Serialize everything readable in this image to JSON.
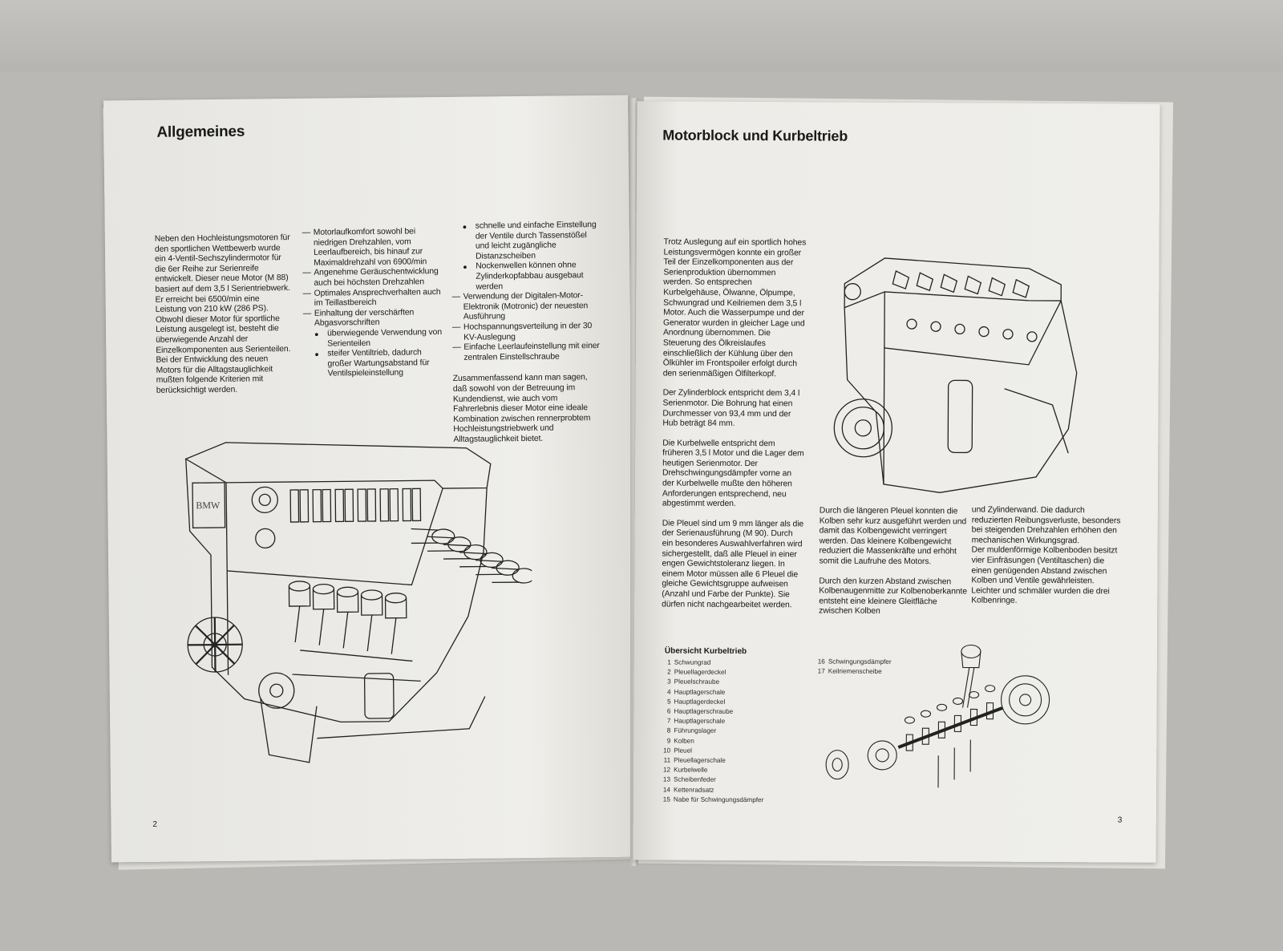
{
  "left_page": {
    "title": "Allgemeines",
    "page_number": "2",
    "col1": "Neben den Hochleistungsmotoren für den sportlichen Wettbewerb wurde ein 4-Ventil-Sechszylindermotor für die 6er Reihe zur Serienreife entwickelt. Dieser neue Motor (M 88) basiert auf dem 3,5 l Serientriebwerk. Er erreicht bei 6500/min eine Leistung von 210 kW (286 PS). Obwohl dieser Motor für sportliche Leistung ausgelegt ist, besteht die überwiegende Anzahl der Einzelkomponenten aus Serienteilen. Bei der Entwicklung des neuen Motors für die Alltagstauglichkeit mußten folgende Kriterien mit berücksichtigt werden.",
    "col2": [
      {
        "type": "dash",
        "text": "Motorlaufkomfort sowohl bei niedrigen Drehzahlen, vom Leerlaufbereich, bis hinauf zur Maximaldrehzahl von 6900/min"
      },
      {
        "type": "dash",
        "text": "Angenehme Geräuschentwicklung auch bei höchsten Drehzahlen"
      },
      {
        "type": "dash",
        "text": "Optimales Ansprechverhalten auch im Teillastbereich"
      },
      {
        "type": "dash",
        "text": "Einhaltung der verschärften Abgasvorschriften"
      },
      {
        "type": "bullet",
        "text": "überwiegende Verwendung von Serienteilen"
      },
      {
        "type": "bullet",
        "text": "steifer Ventiltrieb, dadurch großer Wartungsabstand für Ventilspieleinstellung"
      }
    ],
    "col3": [
      {
        "type": "bullet",
        "text": "schnelle und einfache Einstellung der Ventile durch Tassenstößel und leicht zugängliche Distanzscheiben"
      },
      {
        "type": "bullet",
        "text": "Nockenwellen können ohne Zylinderkopfabbau ausgebaut werden"
      },
      {
        "type": "dash",
        "text": "Verwendung der Digitalen-Motor-Elektronik (Motronic) der neuesten Ausführung"
      },
      {
        "type": "dash",
        "text": "Hochspannungsverteilung in der 30 KV-Auslegung"
      },
      {
        "type": "dash",
        "text": "Einfache Leerlaufeinstellung mit einer zentralen Einstellschraube"
      }
    ],
    "col3_summary": "Zusammenfassend kann man sagen, daß sowohl von der Betreuung im Kundendienst, wie auch vom Fahrerlebnis dieser Motor eine ideale Kombination zwischen rennerprobtem Hochleistungstriebwerk und Alltagstauglichkeit bietet.",
    "engine_logo": "BMW"
  },
  "right_page": {
    "title": "Motorblock und Kurbeltrieb",
    "page_number": "3",
    "p1": "Trotz Auslegung auf ein sportlich hohes Leistungsvermögen konnte ein großer Teil der Einzelkomponenten aus der Serienproduktion übernommen werden. So entsprechen Kurbelgehäuse, Ölwanne, Ölpumpe, Schwungrad und Keilriemen dem 3,5 l Motor. Auch die Wasserpumpe und der Generator wurden in gleicher Lage und Anordnung übernommen. Die Steuerung des Ölkreislaufes einschließlich der Kühlung über den Ölkühler im Frontspoiler erfolgt durch den serienmäßigen Ölfilterkopf.",
    "p2": "Der Zylinderblock entspricht dem 3,4 l Serienmotor. Die Bohrung hat einen Durchmesser von 93,4 mm und der Hub beträgt 84 mm.",
    "p3": "Die Kurbelwelle entspricht dem früheren 3,5 l Motor und die Lager dem heutigen Serienmotor. Der Drehschwingungsdämpfer vorne an der Kurbelwelle mußte den höheren Anforderungen entsprechend, neu abgestimmt werden.",
    "p4": "Die Pleuel sind um 9 mm länger als die der Serienausführung (M 90). Durch ein besonderes Auswahlverfahren wird sichergestellt, daß alle Pleuel in einer engen Gewichtstoleranz liegen. In einem Motor müssen alle 6 Pleuel die gleiche Gewichtsgruppe aufweisen (Anzahl und Farbe der Punkte). Sie dürfen nicht nachgearbeitet werden.",
    "p5": "Durch die längeren Pleuel konnten die Kolben sehr kurz ausgeführt werden und damit das Kolbengewicht verringert werden. Das kleinere Kolbengewicht reduziert die Massenkräfte und erhöht somit die Laufruhe des Motors.",
    "p6": "Durch den kurzen Abstand zwischen Kolbenaugenmitte zur Kolbenoberkannte entsteht eine kleinere Gleitfläche zwischen Kolben",
    "p7": "und Zylinderwand. Die dadurch reduzierten Reibungsverluste, besonders bei steigenden Drehzahlen erhöhen den mechanischen Wirkungsgrad.",
    "p8": "Der muldenförmige Kolbenboden besitzt vier Einfräsungen (Ventiltaschen) die einen genügenden Abstand zwischen Kolben und Ventile gewährleisten. Leichter und schmäler wurden die drei Kolbenringe.",
    "legend_title": "Übersicht Kurbeltrieb",
    "legend_a": [
      {
        "n": "1",
        "label": "Schwungrad"
      },
      {
        "n": "2",
        "label": "Pleuellagerdeckel"
      },
      {
        "n": "3",
        "label": "Pleuelschraube"
      },
      {
        "n": "4",
        "label": "Hauptlagerschale"
      },
      {
        "n": "5",
        "label": "Hauptlagerdeckel"
      },
      {
        "n": "6",
        "label": "Hauptlagerschraube"
      },
      {
        "n": "7",
        "label": "Hauptlagerschale"
      },
      {
        "n": "8",
        "label": "Führungslager"
      },
      {
        "n": "9",
        "label": "Kolben"
      },
      {
        "n": "10",
        "label": "Pleuel"
      },
      {
        "n": "11",
        "label": "Pleuellagerschale"
      },
      {
        "n": "12",
        "label": "Kurbelwelle"
      },
      {
        "n": "13",
        "label": "Scheibenfeder"
      },
      {
        "n": "14",
        "label": "Kettenradsatz"
      },
      {
        "n": "15",
        "label": "Nabe für Schwingungsdämpfer"
      }
    ],
    "legend_b": [
      {
        "n": "16",
        "label": "Schwingungsdämpfer"
      },
      {
        "n": "17",
        "label": "Keilriemenscheibe"
      }
    ]
  }
}
